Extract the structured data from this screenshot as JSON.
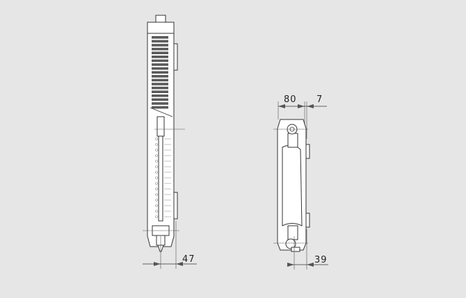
{
  "diagram": {
    "side_view": {
      "dimension_label": "47"
    },
    "end_view": {
      "width_label": "80",
      "offset_label": "7",
      "bottom_label": "39"
    },
    "colors": {
      "background": "#e6e6e6",
      "line": "#333333",
      "fins": "#555555"
    }
  }
}
